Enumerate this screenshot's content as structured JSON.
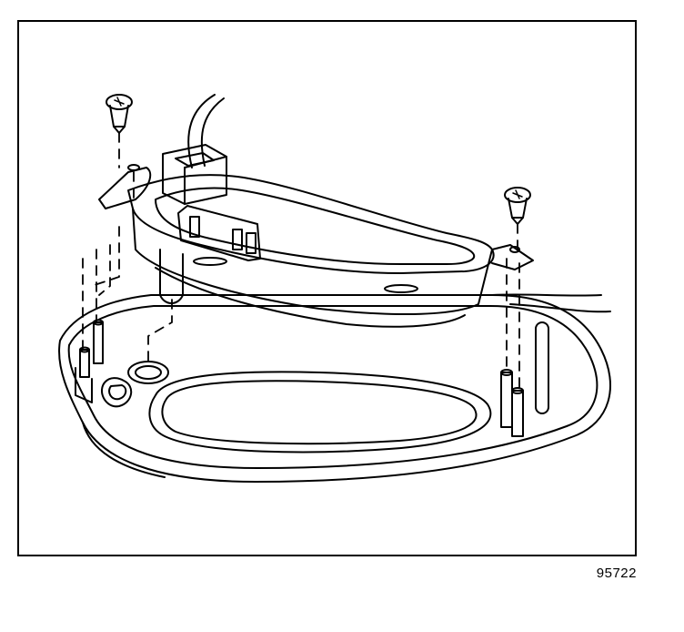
{
  "figure": {
    "number": "95722",
    "parts": {
      "screws": [
        "screw-left",
        "screw-right"
      ],
      "module": "bracket-module",
      "connector": "electrical-connector",
      "base": "mounting-base"
    }
  }
}
